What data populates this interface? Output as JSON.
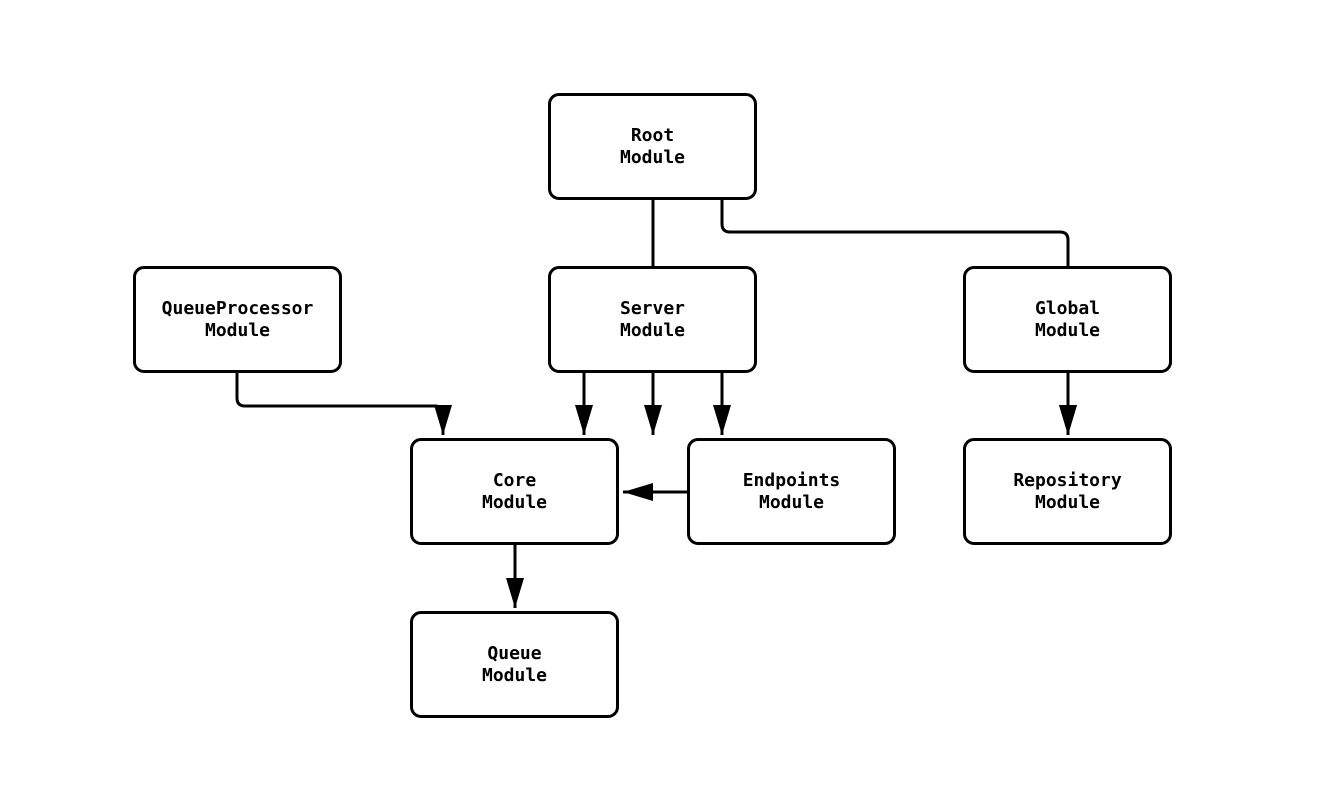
{
  "diagram": {
    "type": "module-dependency-graph",
    "colors": {
      "background": "#ffffff",
      "node_fill": "#ffffff",
      "node_border": "#000000",
      "edge": "#000000",
      "text": "#000000"
    },
    "nodes": {
      "root": {
        "line1": "Root",
        "line2": "Module"
      },
      "queue_processor": {
        "line1": "QueueProcessor",
        "line2": "Module"
      },
      "server": {
        "line1": "Server",
        "line2": "Module"
      },
      "global": {
        "line1": "Global",
        "line2": "Module"
      },
      "core": {
        "line1": "Core",
        "line2": "Module"
      },
      "endpoints": {
        "line1": "Endpoints",
        "line2": "Module"
      },
      "repository": {
        "line1": "Repository",
        "line2": "Module"
      },
      "queue": {
        "line1": "Queue",
        "line2": "Module"
      }
    },
    "edges": [
      {
        "from": "Root Module",
        "to": "Server Module"
      },
      {
        "from": "Root Module",
        "to": "Global Module"
      },
      {
        "from": "QueueProcessor Module",
        "to": "Core Module"
      },
      {
        "from": "Server Module",
        "to": "Core Module"
      },
      {
        "from": "Server Module",
        "to": "Endpoints Module"
      },
      {
        "from": "Endpoints Module",
        "to": "Core Module"
      },
      {
        "from": "Global Module",
        "to": "Repository Module"
      },
      {
        "from": "Core Module",
        "to": "Queue Module"
      }
    ]
  }
}
